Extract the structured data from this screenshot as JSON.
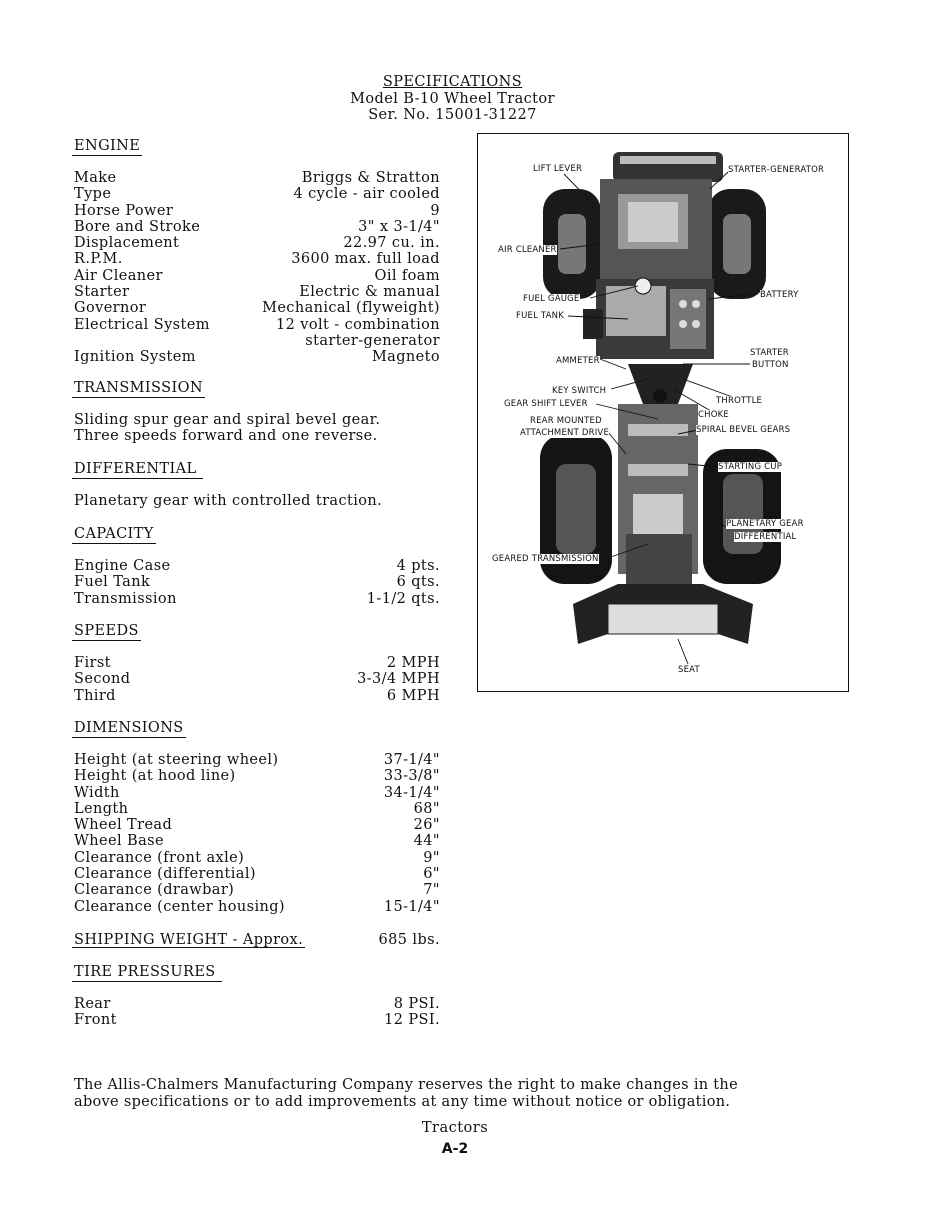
{
  "header": {
    "title": "SPECIFICATIONS",
    "model": "Model B-10 Wheel Tractor",
    "serial": "Ser. No. 15001-31227"
  },
  "engine": {
    "heading": "ENGINE",
    "rows": [
      {
        "k": "Make",
        "v": "Briggs & Stratton"
      },
      {
        "k": "Type",
        "v": "4 cycle - air cooled"
      },
      {
        "k": "Horse Power",
        "v": "9"
      },
      {
        "k": "Bore and Stroke",
        "v": "3\" x 3-1/4\""
      },
      {
        "k": "Displacement",
        "v": "22.97 cu. in."
      },
      {
        "k": "R.P.M.",
        "v": "3600 max. full load"
      },
      {
        "k": "Air Cleaner",
        "v": "Oil foam"
      },
      {
        "k": "Starter",
        "v": "Electric & manual"
      },
      {
        "k": "Governor",
        "v": "Mechanical (flyweight)"
      },
      {
        "k": "Electrical System",
        "v": "12 volt - combination"
      },
      {
        "k": "",
        "v": "starter-generator"
      },
      {
        "k": "Ignition System",
        "v": "Magneto"
      }
    ]
  },
  "transmission": {
    "heading": "TRANSMISSION",
    "line1": "Sliding spur gear and spiral bevel gear.",
    "line2": "Three speeds forward and one reverse."
  },
  "differential": {
    "heading": "DIFFERENTIAL",
    "line1": "Planetary gear with controlled traction."
  },
  "capacity": {
    "heading": "CAPACITY",
    "rows": [
      {
        "k": "Engine Case",
        "v": "4 pts."
      },
      {
        "k": "Fuel Tank",
        "v": "6 qts."
      },
      {
        "k": "Transmission",
        "v": "1-1/2 qts."
      }
    ]
  },
  "speeds": {
    "heading": "SPEEDS",
    "rows": [
      {
        "k": "First",
        "v": "2 MPH"
      },
      {
        "k": "Second",
        "v": "3-3/4 MPH"
      },
      {
        "k": "Third",
        "v": "6 MPH"
      }
    ]
  },
  "dimensions": {
    "heading": "DIMENSIONS",
    "rows": [
      {
        "k": "Height (at steering wheel)",
        "v": "37-1/4\""
      },
      {
        "k": "Height (at hood line)",
        "v": "33-3/8\""
      },
      {
        "k": "Width",
        "v": "34-1/4\""
      },
      {
        "k": "Length",
        "v": "68\""
      },
      {
        "k": "Wheel Tread",
        "v": "26\""
      },
      {
        "k": "Wheel Base",
        "v": "44\""
      },
      {
        "k": "Clearance (front axle)",
        "v": "9\""
      },
      {
        "k": "Clearance (differential)",
        "v": "6\""
      },
      {
        "k": "Clearance (drawbar)",
        "v": "7\""
      },
      {
        "k": "Clearance (center housing)",
        "v": "15-1/4\""
      }
    ]
  },
  "shipping": {
    "heading": "SHIPPING WEIGHT - Approx.",
    "value": "685 lbs."
  },
  "tires": {
    "heading": "TIRE PRESSURES",
    "rows": [
      {
        "k": "Rear",
        "v": "8 PSI."
      },
      {
        "k": "Front",
        "v": "12 PSI."
      }
    ]
  },
  "figure": {
    "labels": {
      "lift_lever": "LIFT LEVER",
      "starter_generator": "STARTER-GENERATOR",
      "air_cleaner": "AIR CLEANER",
      "battery": "BATTERY",
      "fuel_gauge": "FUEL GAUGE",
      "fuel_tank": "FUEL TANK",
      "starter_button_1": "STARTER",
      "starter_button_2": "BUTTON",
      "ammeter": "AMMETER",
      "key_switch": "KEY SWITCH",
      "throttle": "THROTTLE",
      "gear_shift_lever": "GEAR SHIFT LEVER",
      "choke": "CHOKE",
      "rear_mounted_1": "REAR MOUNTED",
      "rear_mounted_2": "ATTACHMENT DRIVE",
      "spiral_bevel": "SPIRAL BEVEL GEARS",
      "starting_cup": "STARTING CUP",
      "planetary_1": "PLANETARY GEAR",
      "planetary_2": "DIFFERENTIAL",
      "geared_transmission": "GEARED TRANSMISSION",
      "seat": "SEAT"
    }
  },
  "footer": {
    "notice_line1": "The Allis-Chalmers Manufacturing Company reserves the right to make changes in the",
    "notice_line2": "above specifications or to add improvements at any time without notice or obligation.",
    "section": "Tractors",
    "page": "A-2"
  }
}
